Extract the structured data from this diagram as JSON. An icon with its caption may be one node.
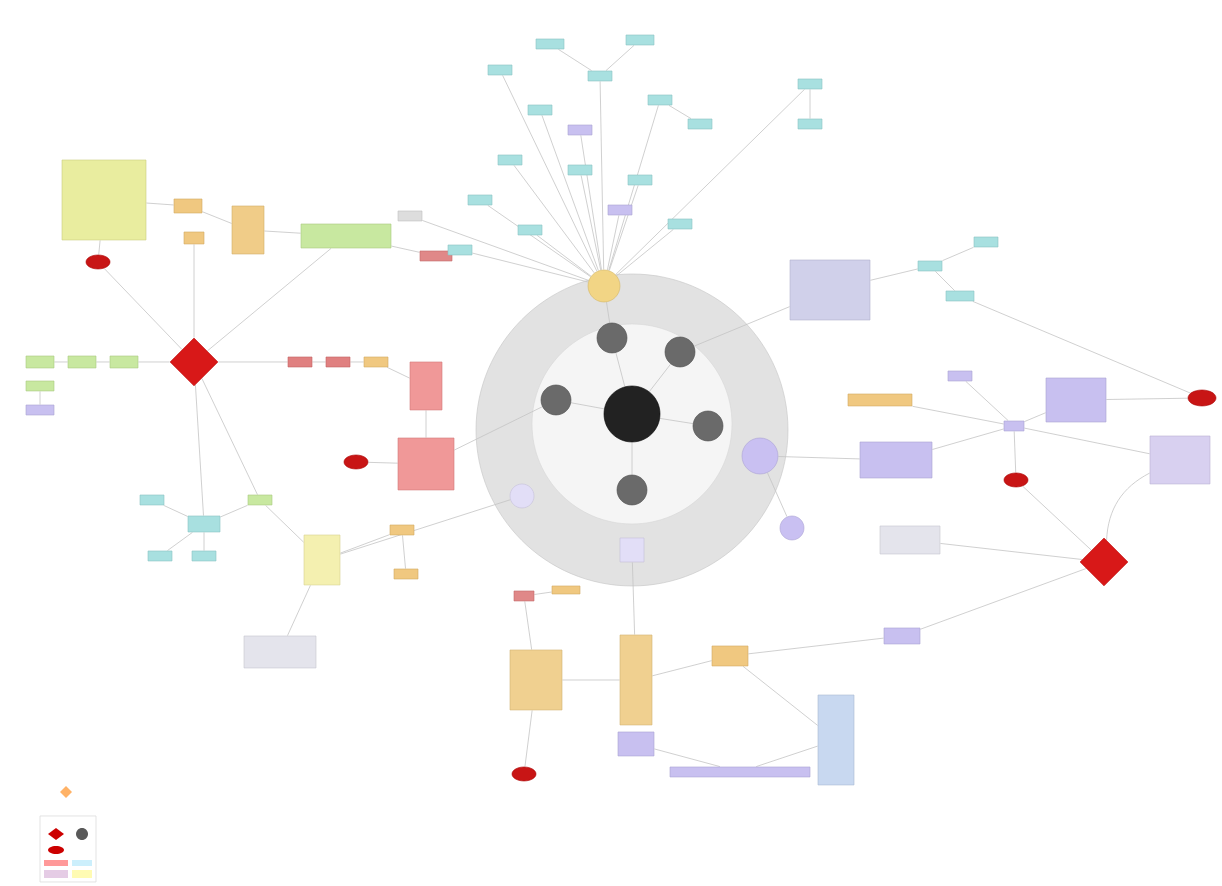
{
  "diagram": {
    "nodes": [
      {
        "text": [],
        "shape": "circle"
      },
      {
        "text": [],
        "shape": "circle",
        "in": 0
      },
      {
        "text": [],
        "shape": "circle",
        "in": 1
      },
      {
        "text": [],
        "shape": "circle",
        "in": 1
      },
      {
        "text": [],
        "shape": "circle",
        "in": 1
      },
      {
        "text": [],
        "shape": "circle",
        "in": 1
      },
      {
        "text": [],
        "shape": "circle",
        "in": 1
      },
      {
        "text": [],
        "shape": "circle",
        "in": 1
      },
      {
        "text": [],
        "shape": "circle"
      },
      {
        "text": [],
        "shape": "circle",
        "in": 0
      },
      {
        "text": [],
        "shape": "circle"
      },
      {
        "text": [],
        "shape": "circle",
        "in": 0
      },
      {
        "text": [],
        "shape": "box",
        "in": 0
      },
      {
        "text": [],
        "shape": "diamond"
      },
      {
        "text": [],
        "shape": "diamond"
      },
      {
        "text": [],
        "shape": "ellipse"
      },
      {
        "text": [],
        "shape": "ellipse"
      },
      {
        "text": [],
        "shape": "ellipse"
      },
      {
        "text": [],
        "shape": "ellipse"
      },
      {
        "text": [],
        "shape": "ellipse"
      },
      {
        "text": [],
        "shape": "box"
      },
      {
        "text": [],
        "shape": "box"
      },
      {
        "text": [],
        "shape": "box"
      },
      {
        "text": [],
        "shape": "box"
      },
      {
        "text": [],
        "shape": "box"
      },
      {
        "text": [],
        "shape": "box"
      },
      {
        "text": [],
        "shape": "box"
      },
      {
        "text": [],
        "shape": "box"
      },
      {
        "text": [],
        "shape": "box"
      },
      {
        "text": [],
        "shape": "box"
      },
      {
        "text": [],
        "shape": "box"
      },
      {
        "text": [],
        "shape": "box"
      },
      {
        "text": [],
        "shape": "box"
      },
      {
        "text": [],
        "shape": "box"
      },
      {
        "text": [],
        "shape": "box"
      },
      {
        "text": [],
        "shape": "box"
      },
      {
        "text": [],
        "shape": "box"
      },
      {
        "text": [],
        "shape": "box"
      },
      {
        "text": [],
        "shape": "box"
      },
      {
        "text": [],
        "shape": "box"
      },
      {
        "text": [],
        "shape": "box"
      },
      {
        "text": [],
        "shape": "box"
      },
      {
        "text": [],
        "shape": "box"
      },
      {
        "text": [],
        "shape": "box"
      },
      {
        "text": [],
        "shape": "box"
      },
      {
        "text": [],
        "shape": "box"
      },
      {
        "text": [],
        "shape": "box"
      },
      {
        "text": [],
        "shape": "box"
      },
      {
        "text": [],
        "shape": "box"
      },
      {
        "text": [],
        "shape": "box"
      },
      {
        "text": [],
        "shape": "box"
      },
      {
        "text": [],
        "shape": "box"
      },
      {
        "text": [],
        "shape": "box"
      },
      {
        "text": [],
        "shape": "box"
      },
      {
        "text": [],
        "shape": "box"
      },
      {
        "text": [],
        "shape": "box"
      },
      {
        "text": [],
        "shape": "box"
      },
      {
        "text": [],
        "shape": "box"
      },
      {
        "text": [],
        "shape": "box"
      },
      {
        "text": [],
        "shape": "box"
      },
      {
        "text": [],
        "shape": "box"
      },
      {
        "text": [],
        "shape": "box"
      },
      {
        "text": [],
        "shape": "box"
      },
      {
        "text": [],
        "shape": "box"
      },
      {
        "text": [],
        "shape": "box"
      },
      {
        "text": [],
        "shape": "box"
      },
      {
        "text": [],
        "shape": "box"
      },
      {
        "text": [],
        "shape": "box"
      },
      {
        "text": [],
        "shape": "box"
      },
      {
        "text": [],
        "shape": "box"
      },
      {
        "text": [],
        "shape": "box"
      },
      {
        "text": [],
        "shape": "box"
      },
      {
        "text": [],
        "shape": "box"
      },
      {
        "text": [],
        "shape": "box"
      },
      {
        "text": [],
        "shape": "box"
      },
      {
        "text": [],
        "shape": "box"
      },
      {
        "text": [],
        "shape": "box"
      },
      {
        "text": [],
        "shape": "box"
      },
      {
        "text": [],
        "shape": "box"
      },
      {
        "text": [],
        "shape": "box"
      },
      {
        "text": [],
        "shape": "box"
      },
      {
        "text": [],
        "shape": "box"
      },
      {
        "text": [],
        "shape": "box"
      },
      {
        "text": [],
        "shape": "box"
      }
    ],
    "edges": [
      {
        "from": 2,
        "to": 3,
        "arrow": "none"
      },
      {
        "from": 2,
        "to": 4,
        "arrow": "none"
      },
      {
        "from": 2,
        "to": 5,
        "arrow": "none"
      },
      {
        "from": 2,
        "to": 6,
        "arrow": "none"
      },
      {
        "from": 2,
        "to": 7,
        "arrow": "none"
      },
      {
        "from": 3,
        "to": 8,
        "arrow": "none"
      },
      {
        "from": 8,
        "to": 67,
        "arrow": "none"
      },
      {
        "from": 8,
        "to": 68,
        "arrow": "none"
      },
      {
        "from": 8,
        "to": 69,
        "arrow": "none"
      },
      {
        "from": 8,
        "to": 70,
        "arrow": "none"
      },
      {
        "from": 8,
        "to": 72,
        "arrow": "none"
      },
      {
        "from": 8,
        "to": 73,
        "arrow": "none"
      },
      {
        "from": 8,
        "to": 74,
        "arrow": "none"
      },
      {
        "from": 8,
        "to": 75,
        "arrow": "none"
      },
      {
        "from": 8,
        "to": 76,
        "arrow": "none"
      },
      {
        "from": 8,
        "to": 77,
        "arrow": "none"
      },
      {
        "from": 8,
        "to": 78,
        "arrow": "none"
      },
      {
        "from": 8,
        "to": 79,
        "arrow": "none"
      },
      {
        "from": 8,
        "to": 80,
        "arrow": "none"
      },
      {
        "from": 8,
        "to": 81,
        "arrow": "none"
      },
      {
        "from": 67,
        "to": 65,
        "arrow": "none"
      },
      {
        "from": 67,
        "to": 66,
        "arrow": "none"
      },
      {
        "from": 70,
        "to": 71,
        "arrow": "none"
      },
      {
        "from": 13,
        "to": 15,
        "arrow": "none"
      },
      {
        "from": 15,
        "to": 20,
        "arrow": "none"
      },
      {
        "from": 13,
        "to": 23,
        "arrow": "none"
      },
      {
        "from": 13,
        "to": 24,
        "arrow": "none"
      },
      {
        "from": 13,
        "to": 28,
        "arrow": "none"
      },
      {
        "from": 13,
        "to": 31,
        "arrow": "none"
      },
      {
        "from": 13,
        "to": 37,
        "arrow": "none"
      },
      {
        "from": 13,
        "to": 40,
        "arrow": "none"
      },
      {
        "from": 20,
        "to": 21,
        "arrow": "none"
      },
      {
        "from": 21,
        "to": 22,
        "arrow": "none"
      },
      {
        "from": 22,
        "to": 24,
        "arrow": "none"
      },
      {
        "from": 24,
        "to": 25,
        "arrow": "none"
      },
      {
        "from": 31,
        "to": 32,
        "arrow": "none"
      },
      {
        "from": 32,
        "to": 33,
        "arrow": "none"
      },
      {
        "from": 33,
        "to": 34,
        "arrow": "none"
      },
      {
        "from": 34,
        "to": 35,
        "arrow": "none"
      },
      {
        "from": 16,
        "to": 35,
        "arrow": "none"
      },
      {
        "from": 26,
        "to": 27,
        "arrow": "none"
      },
      {
        "from": 27,
        "to": 28,
        "arrow": "none"
      },
      {
        "from": 30,
        "to": 29,
        "arrow": "none"
      },
      {
        "from": 36,
        "to": 37,
        "arrow": "none"
      },
      {
        "from": 37,
        "to": 38,
        "arrow": "none"
      },
      {
        "from": 37,
        "to": 39,
        "arrow": "none"
      },
      {
        "from": 37,
        "to": 40,
        "arrow": "none"
      },
      {
        "from": 40,
        "to": 41,
        "arrow": "none"
      },
      {
        "from": 41,
        "to": 42,
        "arrow": "none"
      },
      {
        "from": 41,
        "to": 44,
        "arrow": "none"
      },
      {
        "from": 42,
        "to": 43,
        "arrow": "none"
      },
      {
        "from": 5,
        "to": 35,
        "arrow": "none"
      },
      {
        "from": 11,
        "to": 41,
        "arrow": "none"
      },
      {
        "from": 12,
        "to": 48,
        "arrow": "none"
      },
      {
        "from": 48,
        "to": 47,
        "arrow": "none"
      },
      {
        "from": 47,
        "to": 45,
        "arrow": "none"
      },
      {
        "from": 45,
        "to": 46,
        "arrow": "none"
      },
      {
        "from": 47,
        "to": 19,
        "arrow": "none"
      },
      {
        "from": 9,
        "to": 55,
        "arrow": "none"
      },
      {
        "from": 9,
        "to": 10,
        "arrow": "none"
      },
      {
        "from": 55,
        "to": 57,
        "arrow": "none"
      },
      {
        "from": 57,
        "to": 58,
        "arrow": "none"
      },
      {
        "from": 57,
        "to": 60,
        "arrow": "none"
      },
      {
        "from": 57,
        "to": 17,
        "arrow": "none"
      },
      {
        "from": 57,
        "to": 59,
        "arrow": "none"
      },
      {
        "from": 57,
        "to": 56,
        "arrow": "none"
      },
      {
        "from": 58,
        "to": 18,
        "arrow": "none"
      },
      {
        "from": 14,
        "to": 17,
        "arrow": "none"
      },
      {
        "from": 14,
        "to": 54,
        "arrow": "none"
      },
      {
        "from": 14,
        "to": 53,
        "arrow": "none"
      },
      {
        "from": 53,
        "to": 52,
        "arrow": "none"
      },
      {
        "from": 52,
        "to": 48,
        "arrow": "none"
      },
      {
        "from": 52,
        "to": 51,
        "arrow": "none"
      },
      {
        "from": 51,
        "to": 50,
        "arrow": "none"
      },
      {
        "from": 50,
        "to": 49,
        "arrow": "none"
      },
      {
        "from": 4,
        "to": 61,
        "arrow": "none"
      },
      {
        "from": 61,
        "to": 62,
        "arrow": "none"
      },
      {
        "from": 62,
        "to": 63,
        "arrow": "none"
      },
      {
        "from": 62,
        "to": 64,
        "arrow": "none"
      },
      {
        "from": 63,
        "to": 18,
        "arrow": "none"
      },
      {
        "from": 14,
        "to": 59,
        "arrow": "none"
      },
      {
        "from": 8,
        "to": 82,
        "arrow": "none"
      },
      {
        "from": 82,
        "to": 83,
        "arrow": "none"
      }
    ]
  }
}
